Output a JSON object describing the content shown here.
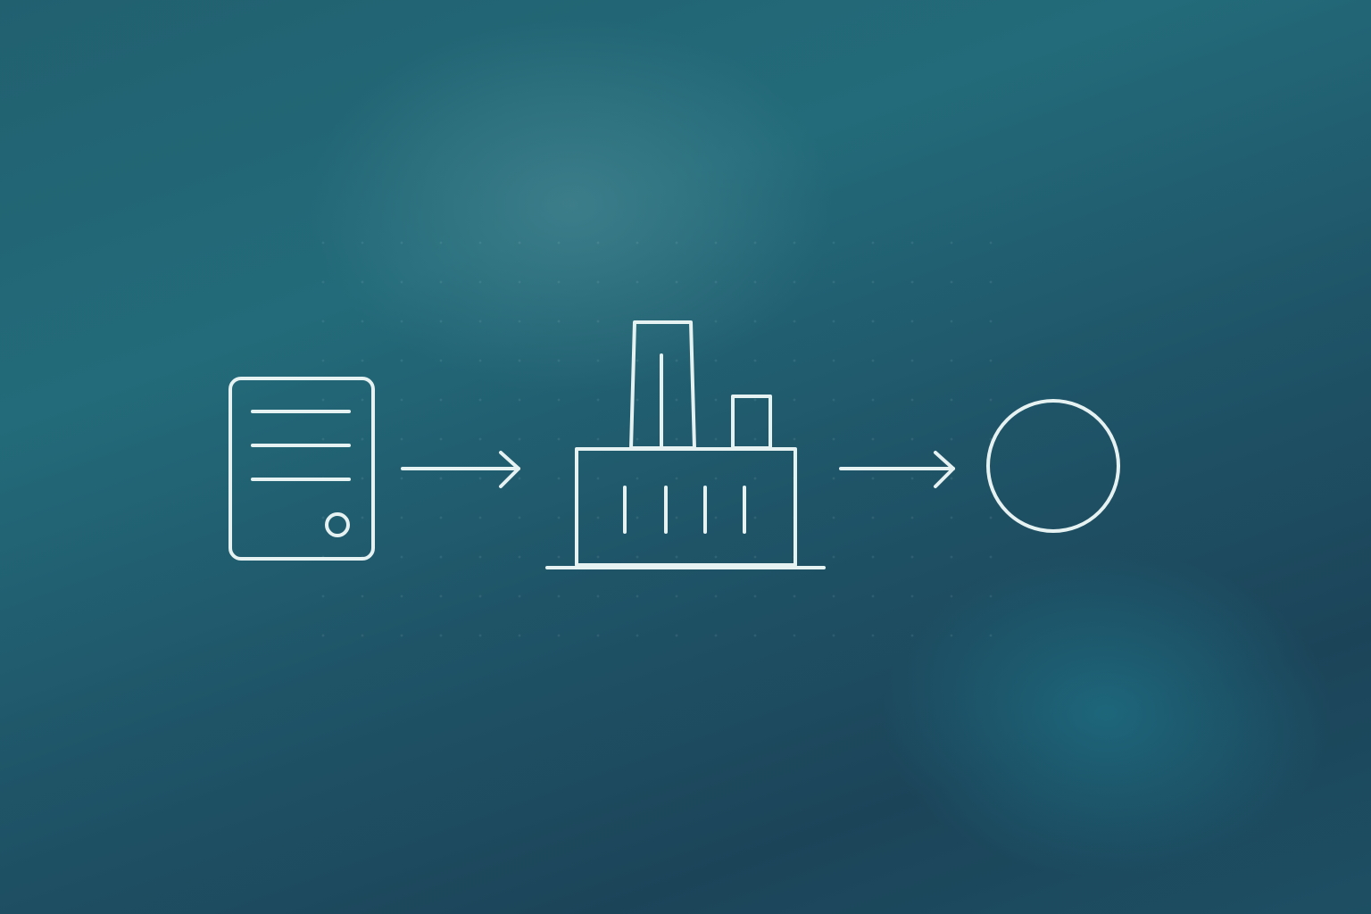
{
  "diagram": {
    "nodes": [
      {
        "id": "document",
        "icon": "document-icon"
      },
      {
        "id": "factory",
        "icon": "factory-icon"
      },
      {
        "id": "output",
        "icon": "circle-icon"
      }
    ],
    "edges": [
      {
        "from": "document",
        "to": "factory",
        "icon": "arrow-right-icon"
      },
      {
        "from": "factory",
        "to": "output",
        "icon": "arrow-right-icon"
      }
    ],
    "colors": {
      "stroke": "#e6f2f2",
      "background_dark": "#1c4459",
      "background_light": "#236b7a"
    }
  }
}
